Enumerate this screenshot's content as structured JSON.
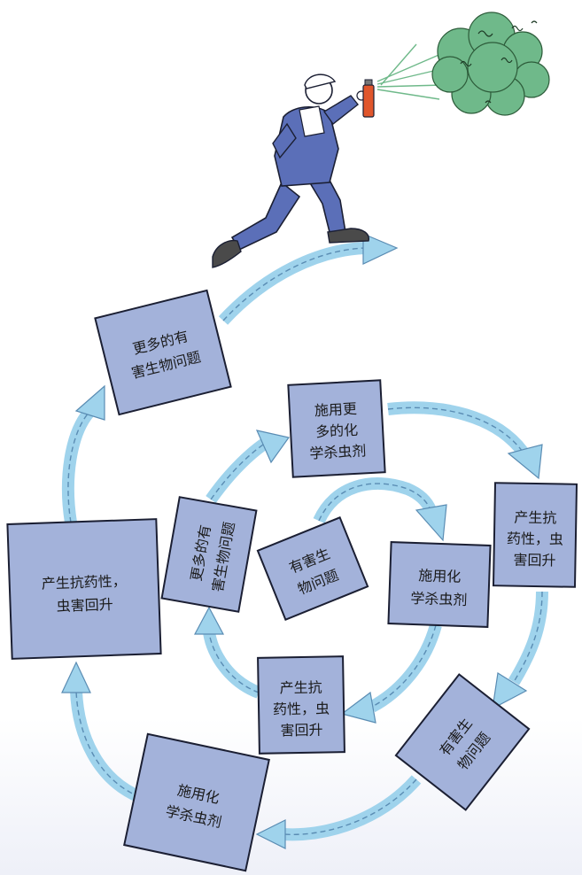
{
  "boxes": {
    "outer_more_pest_problems": [
      "更多的有",
      "害生物问题"
    ],
    "outer_resistance": [
      "产生抗药性，",
      "虫害回升"
    ],
    "outer_apply_insecticide": [
      "施用化",
      "学杀虫剂"
    ],
    "mid_apply_more_insecticide": [
      "施用更",
      "多的化",
      "学杀虫剂"
    ],
    "mid_resistance": [
      "产生抗",
      "药性，虫",
      "害回升"
    ],
    "mid_pest_problem": [
      "有害生",
      "物问题"
    ],
    "mid_more_pest_problems": [
      "更多的有",
      "害生物问题"
    ],
    "inner_pest_problem": [
      "有害生",
      "物问题"
    ],
    "inner_apply_insecticide": [
      "施用化",
      "学杀虫剂"
    ],
    "inner_resistance": [
      "产生抗",
      "药性，虫",
      "害回升"
    ]
  },
  "colors": {
    "box_fill": "#a3b2da",
    "arrow_fill": "#9fd3ec",
    "arrow_dash": "#5a8cb3",
    "spray_cloud": "#6fb98a",
    "overalls": "#5b6fb8",
    "spray_can": "#e0562c"
  },
  "illustration": {
    "figure": "farmer-running-with-spray-can",
    "cloud": "insecticide-spray-cloud"
  }
}
